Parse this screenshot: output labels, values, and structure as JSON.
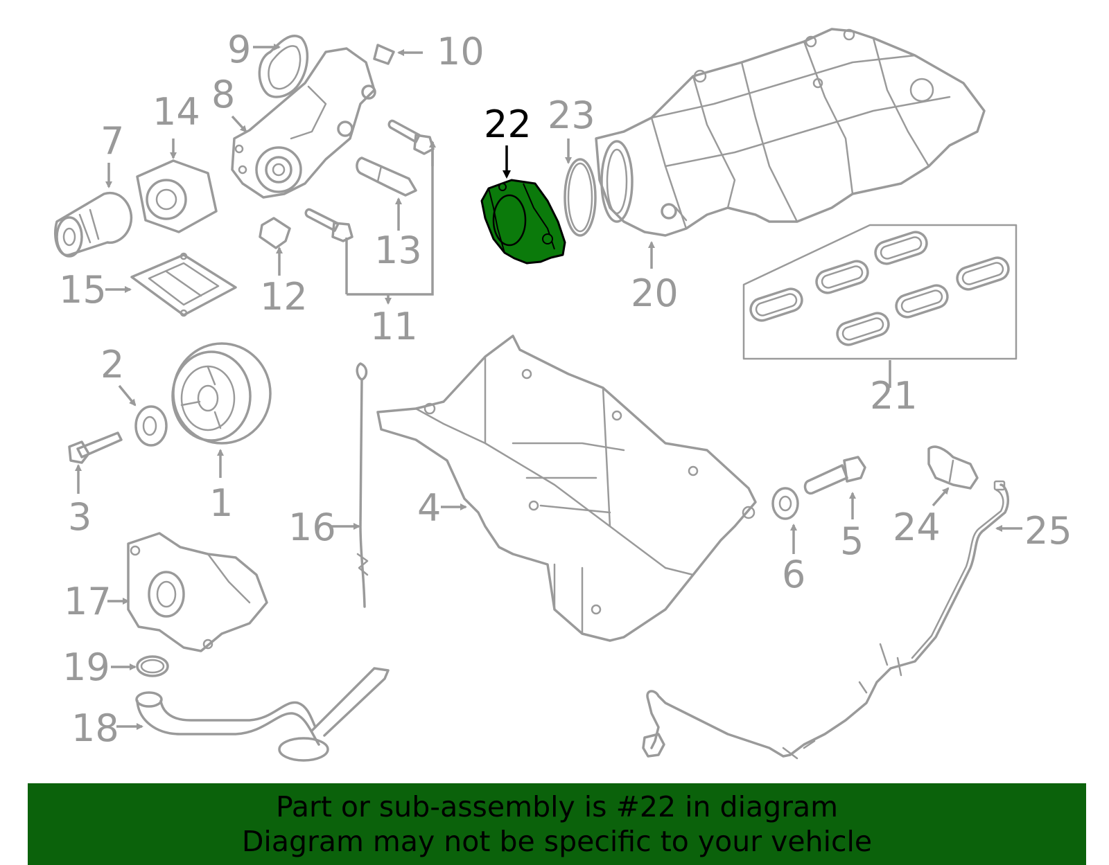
{
  "diagram": {
    "highlight_color": "#0b7a0b",
    "callouts": [
      {
        "id": "c1",
        "text": "1",
        "highlight": false
      },
      {
        "id": "c2",
        "text": "2",
        "highlight": false
      },
      {
        "id": "c3",
        "text": "3",
        "highlight": false
      },
      {
        "id": "c4",
        "text": "4",
        "highlight": false
      },
      {
        "id": "c5",
        "text": "5",
        "highlight": false
      },
      {
        "id": "c6",
        "text": "6",
        "highlight": false
      },
      {
        "id": "c7",
        "text": "7",
        "highlight": false
      },
      {
        "id": "c8",
        "text": "8",
        "highlight": false
      },
      {
        "id": "c9",
        "text": "9",
        "highlight": false
      },
      {
        "id": "c10",
        "text": "10",
        "highlight": false
      },
      {
        "id": "c11",
        "text": "11",
        "highlight": false
      },
      {
        "id": "c12",
        "text": "12",
        "highlight": false
      },
      {
        "id": "c13",
        "text": "13",
        "highlight": false
      },
      {
        "id": "c14",
        "text": "14",
        "highlight": false
      },
      {
        "id": "c15",
        "text": "15",
        "highlight": false
      },
      {
        "id": "c16",
        "text": "16",
        "highlight": false
      },
      {
        "id": "c17",
        "text": "17",
        "highlight": false
      },
      {
        "id": "c18",
        "text": "18",
        "highlight": false
      },
      {
        "id": "c19",
        "text": "19",
        "highlight": false
      },
      {
        "id": "c20",
        "text": "20",
        "highlight": false
      },
      {
        "id": "c21",
        "text": "21",
        "highlight": false
      },
      {
        "id": "c22",
        "text": "22",
        "highlight": true
      },
      {
        "id": "c23",
        "text": "23",
        "highlight": false
      },
      {
        "id": "c24",
        "text": "24",
        "highlight": false
      },
      {
        "id": "c25",
        "text": "25",
        "highlight": false
      }
    ]
  },
  "banner": {
    "line1": "Part or sub-assembly is #22 in diagram",
    "line2": "Diagram may not be specific to your vehicle",
    "background": "#0b620b"
  }
}
